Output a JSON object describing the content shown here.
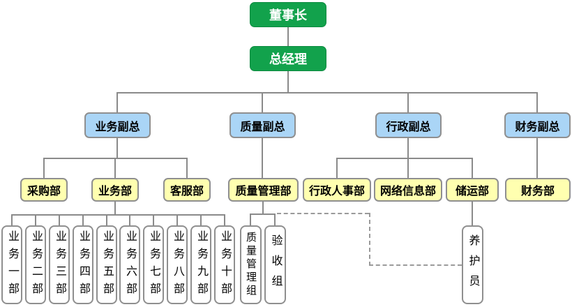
{
  "org": {
    "chairman": "董事长",
    "general_manager": "总经理",
    "vps": [
      "业务副总",
      "质量副总",
      "行政副总",
      "财务副总"
    ],
    "departments": [
      "采购部",
      "业务部",
      "客服部",
      "质量管理部",
      "行政人事部",
      "网络信息部",
      "储运部",
      "财务部"
    ],
    "business_units": [
      "业务一部",
      "业务二部",
      "业务三部",
      "业务四部",
      "业务五部",
      "业务六部",
      "业务七部",
      "业务八部",
      "业务九部",
      "业务十部"
    ],
    "quality_teams": [
      "质量管理组",
      "验收组"
    ],
    "storage_staff": "养护员",
    "colors": {
      "executive_box": "#12A24C",
      "executive_text": "#ffffff",
      "vp_box": "#AAD5F6",
      "department_box": "#FFFFB0",
      "team_box": "#ffffff",
      "box_border": "#8f8f8f",
      "connector_line": "#8a8a8a"
    }
  }
}
